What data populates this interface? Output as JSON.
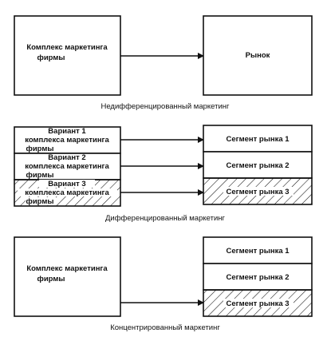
{
  "section_1": {
    "firm_box_line1": "Комплекс маркетинга",
    "firm_box_line2": "фирмы",
    "market_box": "Рынок",
    "caption": "Недифференцированный маркетинг"
  },
  "section_2": {
    "variants": [
      {
        "line1": "Вариант 1",
        "line2": "комплекса маркетинга",
        "line3": "фирмы"
      },
      {
        "line1": "Вариант 2",
        "line2": "комплекса маркетинга",
        "line3": "фирмы"
      },
      {
        "line1": "Вариант 3",
        "line2": "комплекса маркетинга",
        "line3": "фирмы"
      }
    ],
    "segments": [
      "Сегмент рынка 1",
      "Сегмент рынка 2",
      "Сегмент рынка 3"
    ],
    "caption": "Дифференцированный маркетинг"
  },
  "section_3": {
    "firm_box_line1": "Комплекс маркетинга",
    "firm_box_line2": "фирмы",
    "segments": [
      "Сегмент рынка 1",
      "Сегмент рынка 2",
      "Сегмент рынка 3"
    ],
    "caption": "Концентрированный маркетинг"
  }
}
